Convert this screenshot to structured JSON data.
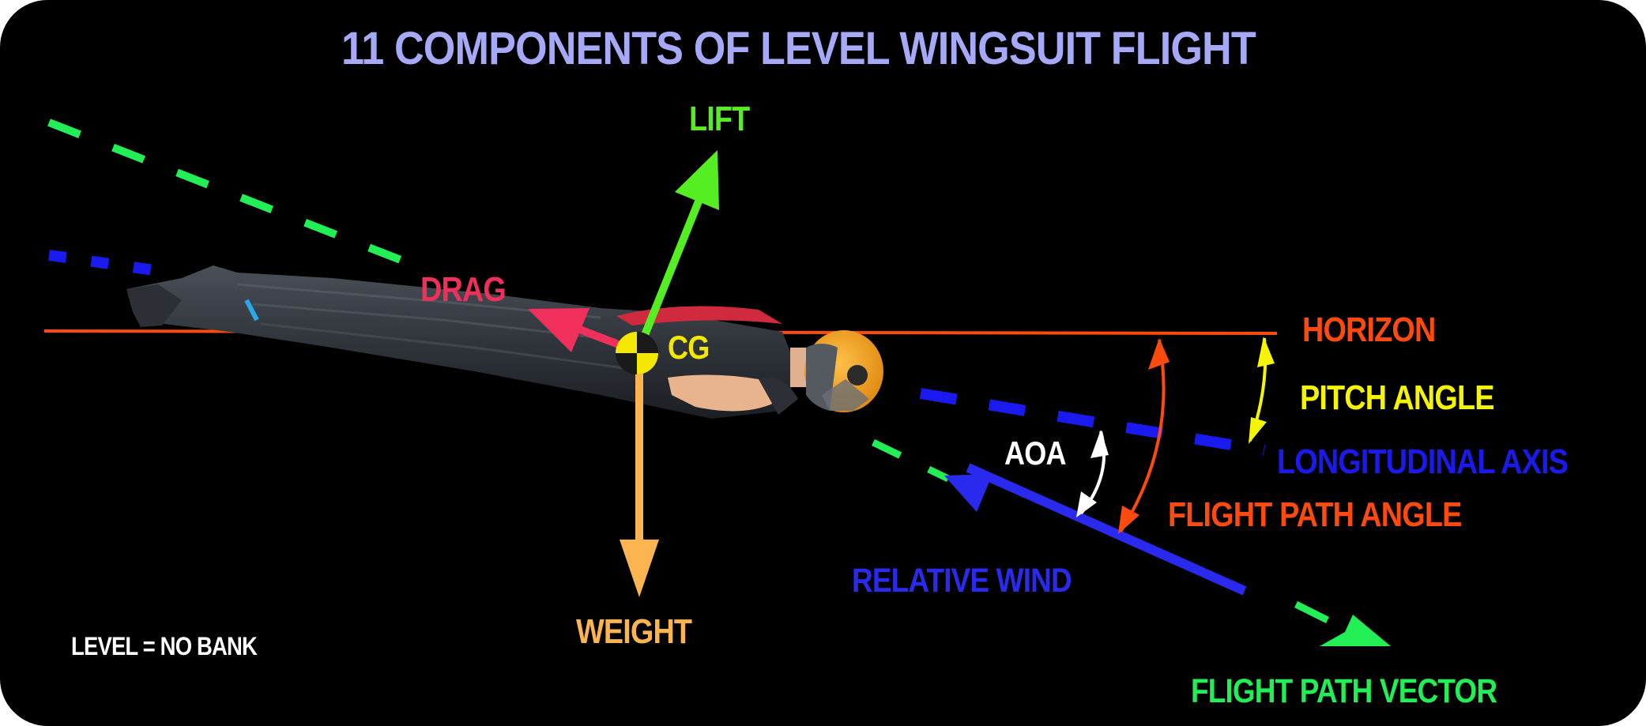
{
  "title": "11 COMPONENTS OF LEVEL WINGSUIT FLIGHT",
  "labels": {
    "lift": "LIFT",
    "drag": "DRAG",
    "cg": "CG",
    "weight": "WEIGHT",
    "horizon": "HORIZON",
    "pitch_angle": "PITCH ANGLE",
    "longitudinal_axis": "LONGITUDINAL AXIS",
    "aoa": "AOA",
    "flight_path_angle": "FLIGHT PATH ANGLE",
    "relative_wind": "RELATIVE WIND",
    "flight_path_vector": "FLIGHT PATH VECTOR",
    "note": "LEVEL = NO BANK"
  },
  "colors": {
    "title": "#a6a9f7",
    "lift": "#55ee22",
    "drag": "#f0305a",
    "cg": "#f5e800",
    "weight": "#fbb450",
    "horizon": "#ff4a0e",
    "pitch_angle": "#f5f500",
    "longitudinal_axis": "#1a1aee",
    "aoa": "#ffffff",
    "flight_path_angle": "#ff4a0e",
    "relative_wind": "#2a2aee",
    "flight_path_vector": "#22ee55",
    "note": "#ffffff",
    "background": "#000000"
  }
}
